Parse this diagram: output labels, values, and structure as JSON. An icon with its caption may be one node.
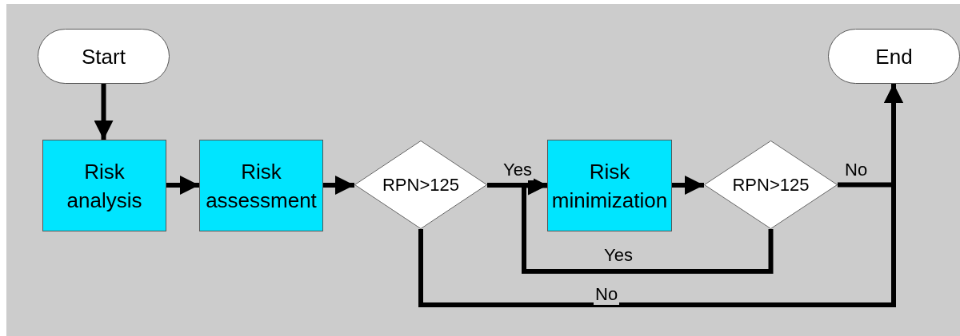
{
  "diagram": {
    "nodes": [
      {
        "text": [
          "Start"
        ]
      },
      {
        "text": [
          "Risk analysis"
        ]
      },
      {
        "text": [
          "Risk assessment"
        ]
      },
      {
        "text": [
          "RPN>125"
        ]
      },
      {
        "text": [
          "Risk minimization"
        ]
      },
      {
        "text": [
          "RPN>125"
        ]
      },
      {
        "text": [
          "End"
        ]
      }
    ],
    "edges": [
      {
        "from": 0,
        "to": 1,
        "arrow": "to"
      },
      {
        "from": 1,
        "to": 2,
        "arrow": "to"
      },
      {
        "from": 2,
        "to": 3,
        "arrow": "to"
      },
      {
        "from": 3,
        "to": 4,
        "arrow": "to",
        "label": "Yes"
      },
      {
        "from": 4,
        "to": 5,
        "arrow": "to"
      },
      {
        "from": 5,
        "to": 6,
        "arrow": "to",
        "label": "No"
      },
      {
        "from": 5,
        "to": 4,
        "arrow": "to",
        "label": "Yes"
      },
      {
        "from": 3,
        "to": 6,
        "arrow": "to",
        "label": "No"
      }
    ]
  }
}
